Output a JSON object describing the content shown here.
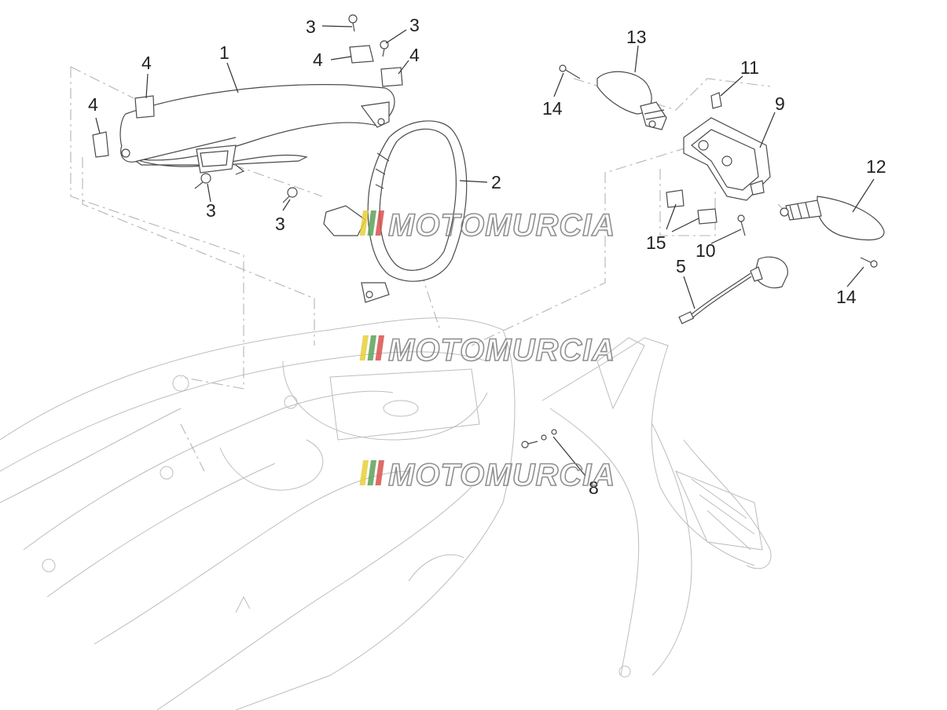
{
  "callouts": {
    "c1": "1",
    "c2": "2",
    "c3a": "3",
    "c3b": "3",
    "c3c": "3",
    "c3d": "3",
    "c4a": "4",
    "c4b": "4",
    "c4c": "4",
    "c4d": "4",
    "c5": "5",
    "c8": "8",
    "c9": "9",
    "c10": "10",
    "c11": "11",
    "c12": "12",
    "c13": "13",
    "c14a": "14",
    "c14b": "14",
    "c15": "15"
  },
  "watermark": {
    "text": "MOTOMURCIA",
    "stripe_colors": [
      "#e8cf3a",
      "#5ba35a",
      "#d9534f"
    ]
  },
  "icons": [
    "scooter-rear-body",
    "tail-light",
    "turn-signal",
    "license-plate-light",
    "screw",
    "clip-nut"
  ]
}
